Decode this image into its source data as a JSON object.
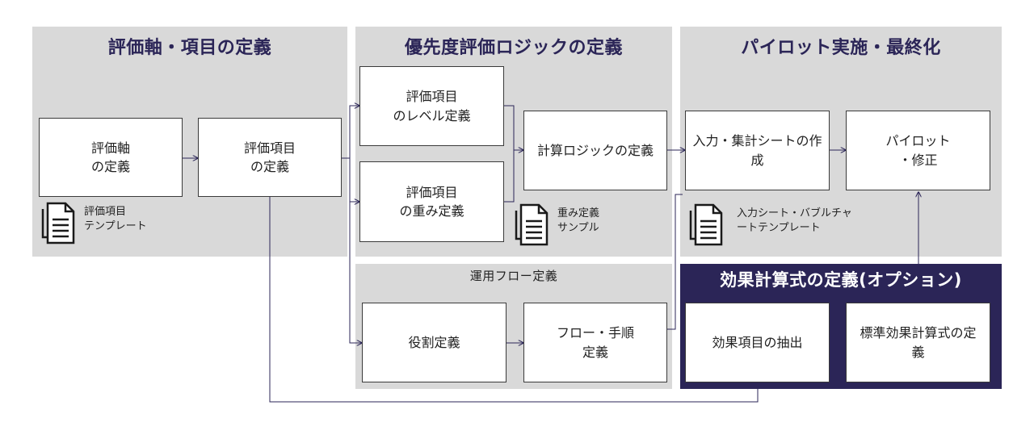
{
  "sections": {
    "definition": "評価軸・項目の定義",
    "logic": "優先度評価ロジックの定義",
    "pilot": "パイロット実施・最終化",
    "flow": "運用フロー定義",
    "effect": "効果計算式の定義(オプション)"
  },
  "boxes": {
    "axis_def": "評価軸\nの定義",
    "item_def": "評価項目\nの定義",
    "level_def": "評価項目\nのレベル定義",
    "weight_def": "評価項目\nの重み定義",
    "calc_logic": "計算ロジックの定義",
    "input_sheet": "入力・集計シートの作\n成",
    "pilot_fix": "パイロット\n・修正",
    "role_def": "役割定義",
    "flow_def": "フロー・手順\n定義",
    "effect_extract": "効果項目の抽出",
    "standard_formula": "標準効果計算式の定\n義"
  },
  "documents": {
    "item_template": "評価項目\nテンプレート",
    "weight_sample": "重み定義\nサンプル",
    "input_template": "入力シート・バブルチャ\nートテンプレート"
  },
  "colors": {
    "panel": "#d9d9d9",
    "dark_panel": "#2b2557",
    "title": "#2b2557",
    "connector": "#2b2557"
  }
}
